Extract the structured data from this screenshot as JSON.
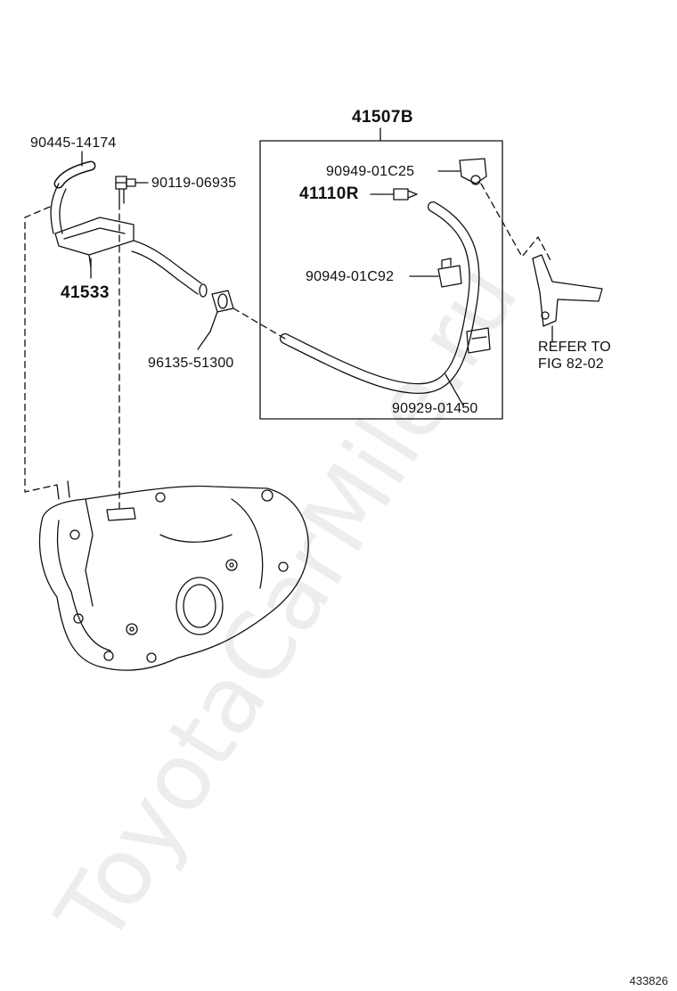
{
  "parts": {
    "p41507b": "41507B",
    "p90445": "90445-14174",
    "p90119": "90119-06935",
    "p90949c25": "90949-01C25",
    "p41110r": "41110R",
    "p41533": "41533",
    "p90949c92": "90949-01C92",
    "p96135": "96135-51300",
    "p90929": "90929-01450"
  },
  "refer": {
    "line1": "REFER TO",
    "line2": "FIG 82-02"
  },
  "watermark": "ToyotaCarMile.ru",
  "figure_id": "433826",
  "colors": {
    "ink": "#111111",
    "paper": "#ffffff"
  }
}
